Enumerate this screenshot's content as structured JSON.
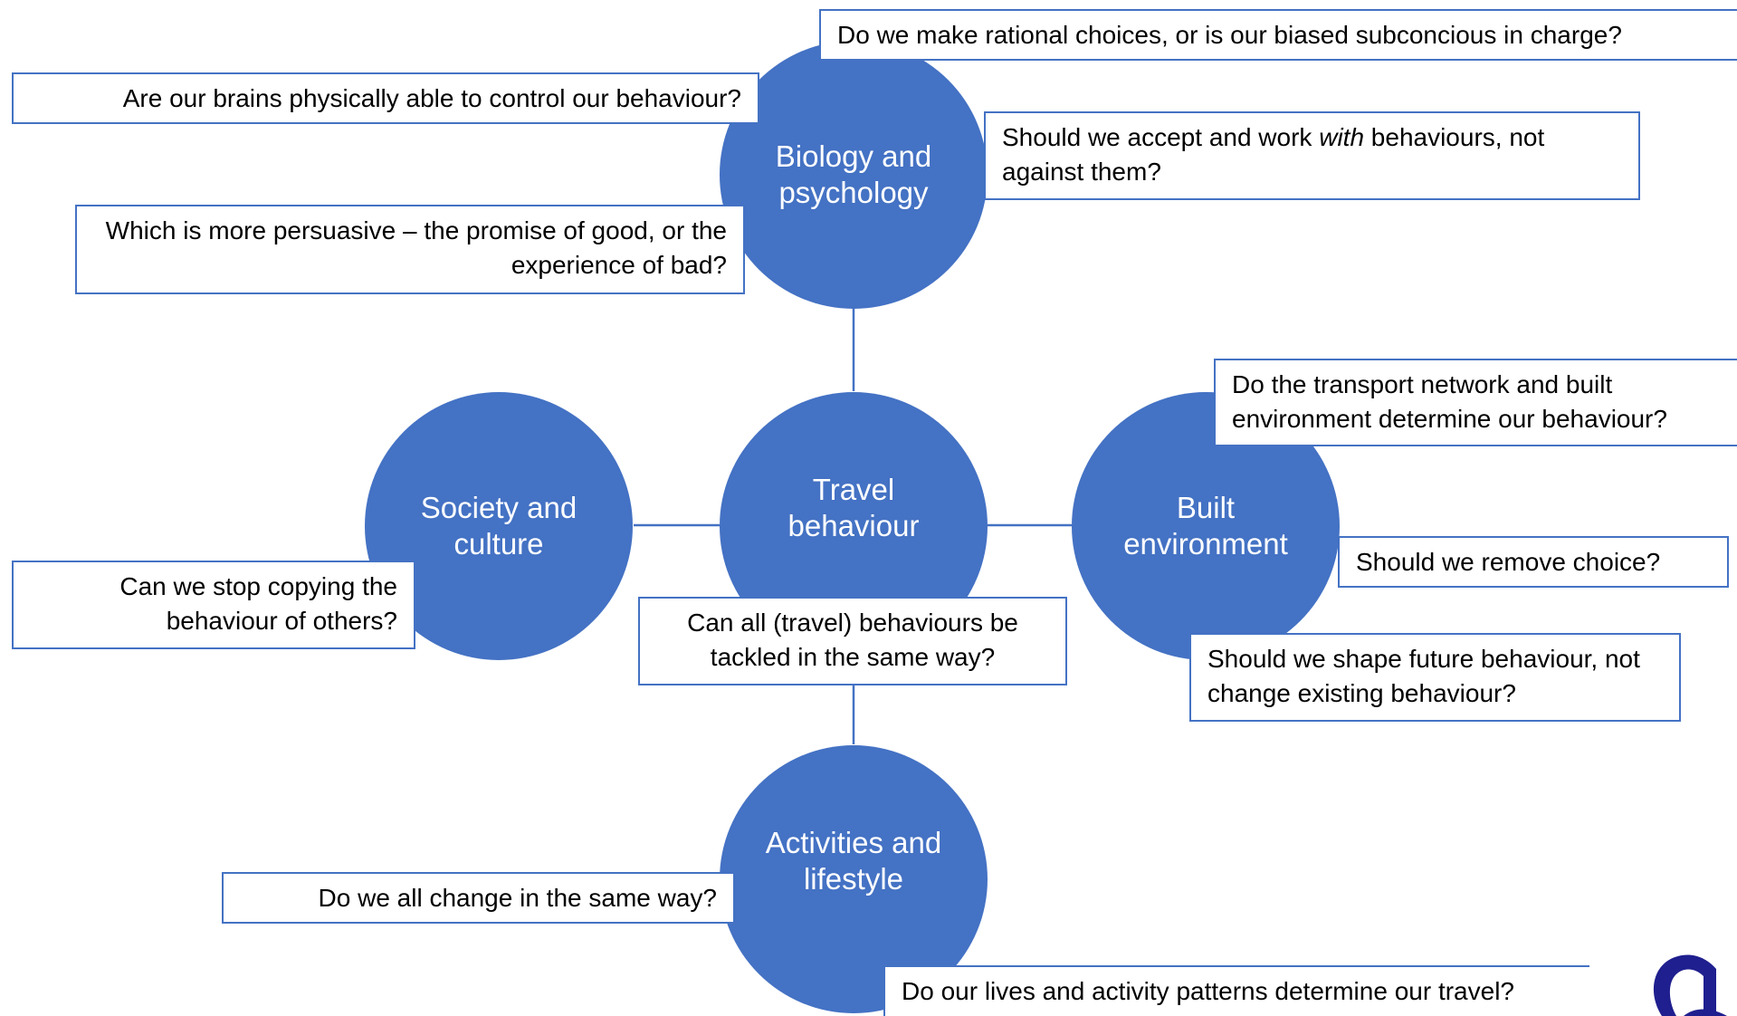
{
  "colors": {
    "node_fill": "#4472c4",
    "node_text": "#ffffff",
    "box_border": "#4472c4",
    "box_text": "#000000",
    "logo": "#1f1f8f"
  },
  "nodes": {
    "center": "Travel behaviour",
    "top": "Biology and psychology",
    "left": "Society and culture",
    "right": "Built environment",
    "bottom": "Activities and lifestyle"
  },
  "questions": {
    "rational_choices": "Do we make rational choices, or is our biased subconcious in charge?",
    "brains_control": "Are our brains physically able to control our behaviour?",
    "accept_work_pre": "Should we accept and work ",
    "accept_work_em": "with",
    "accept_work_post": " behaviours, not against them?",
    "persuasive": "Which is more persuasive – the promise of good, or the experience of bad?",
    "transport_network": "Do the transport network and built environment determine our behaviour?",
    "copying": "Can we stop copying the behaviour of others?",
    "tackled_same_way": "Can all (travel) behaviours be tackled in the same way?",
    "remove_choice": "Should we remove choice?",
    "shape_future": "Should we shape future behaviour, not change existing behaviour?",
    "change_same_way": "Do we all change in the same way?",
    "lives_activity": "Do our lives and activity patterns determine our travel?"
  },
  "logo_icon": "organisation-logo-icon"
}
